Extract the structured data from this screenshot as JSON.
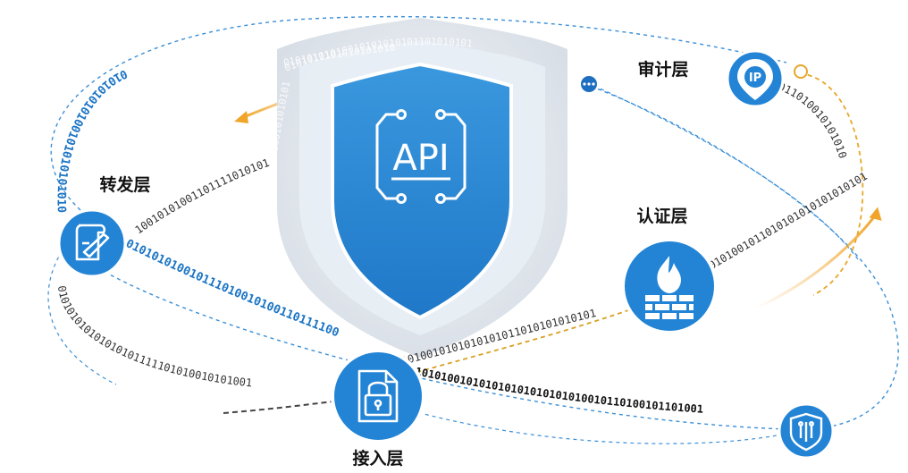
{
  "center": {
    "label": "API"
  },
  "layers": {
    "audit": "审计层",
    "forward": "转发层",
    "auth": "认证层",
    "access": "接入层"
  },
  "badges": {
    "ip": "IP"
  },
  "binary_streams": {
    "left_arc": "010101010100101010101010101",
    "top_left": "0101011101010101010",
    "forward_to_shield": "1001010100110111101010101",
    "forward_diag": "010101010010111010010100110111100",
    "bottom_left": "010101010101010101111101010010101001",
    "bottom_center_diag": "1010101001010101010101010101001011010010110100101",
    "auth_to_access": "1010010101010101011010101010101",
    "auth_right": "10101001011010101010101010101010",
    "top_right": "011010010101010110111",
    "shield_top": "01010101010010101010101101010101",
    "shield_left": "100101010101"
  },
  "colors": {
    "primary_blue": "#1f7fd2",
    "shield_blue": "#2f8fd8",
    "shield_halo": "#dfe6ee",
    "dashed_blue": "#3b8fd6",
    "orange": "#f0a52a",
    "gold": "#d9a021"
  },
  "icons": {
    "forward": "quill-document-icon",
    "auth": "firewall-icon",
    "access": "lock-document-icon",
    "audit": "ip-location-icon",
    "extra": "shield-circuit-icon"
  }
}
